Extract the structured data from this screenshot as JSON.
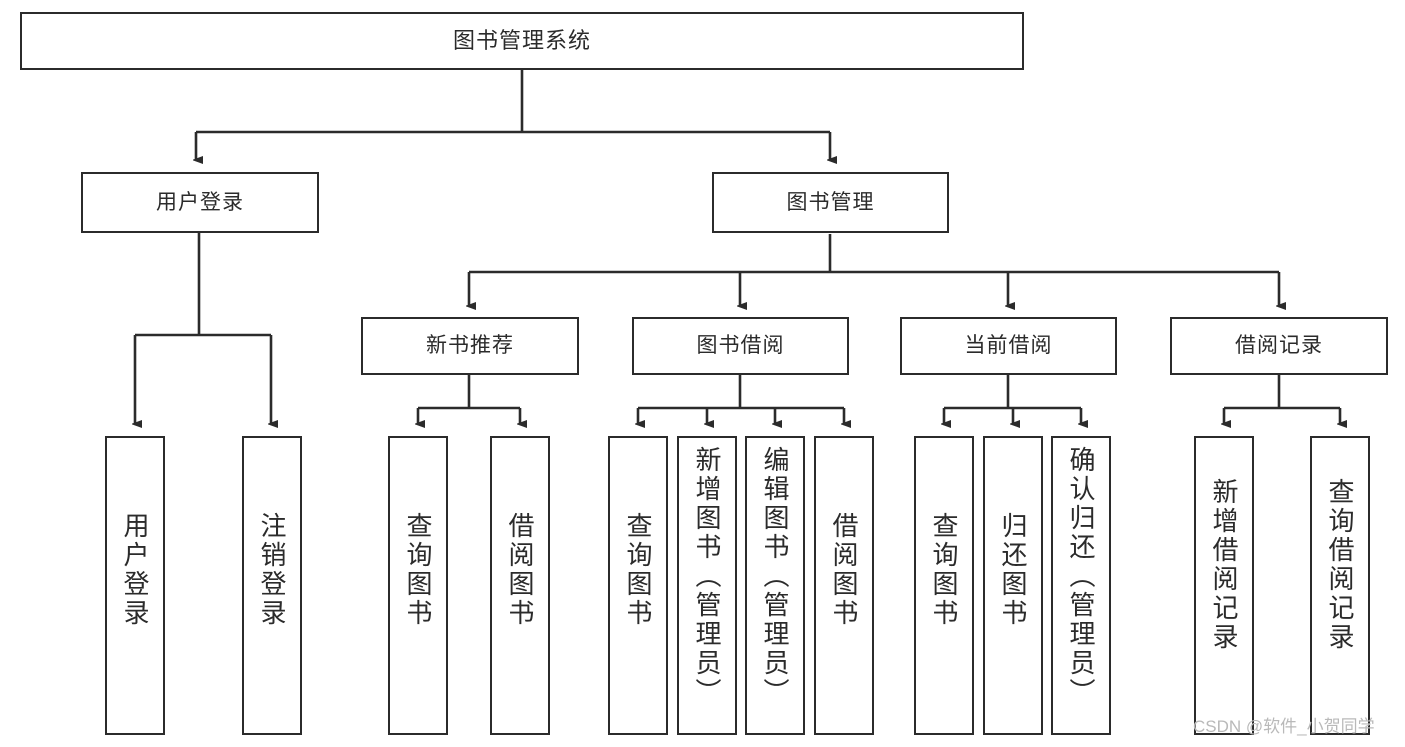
{
  "diagram": {
    "title": "图书管理系统",
    "watermark": "CSDN @软件_小贺同学",
    "colors": {
      "stroke": "#2b2b2b",
      "fill": "#ffffff",
      "watermark": "#b9b9b9"
    },
    "root": {
      "label": "图书管理系统"
    },
    "level2": [
      {
        "label": "用户登录"
      },
      {
        "label": "图书管理"
      }
    ],
    "level3": [
      {
        "label": "新书推荐"
      },
      {
        "label": "图书借阅"
      },
      {
        "label": "当前借阅"
      },
      {
        "label": "借阅记录"
      }
    ],
    "leaves": {
      "user_login": [
        {
          "label": "用户登录"
        },
        {
          "label": "注销登录"
        }
      ],
      "new_book": [
        {
          "label": "查询图书"
        },
        {
          "label": "借阅图书"
        }
      ],
      "book_borrow": [
        {
          "label": "查询图书"
        },
        {
          "label": "新增图书（管理员）"
        },
        {
          "label": "编辑图书（管理员）"
        },
        {
          "label": "借阅图书"
        }
      ],
      "current_borrow": [
        {
          "label": "查询图书"
        },
        {
          "label": "归还图书"
        },
        {
          "label": "确认归还（管理员）"
        }
      ],
      "borrow_record": [
        {
          "label": "新增借阅记录"
        },
        {
          "label": "查询借阅记录"
        }
      ]
    }
  }
}
